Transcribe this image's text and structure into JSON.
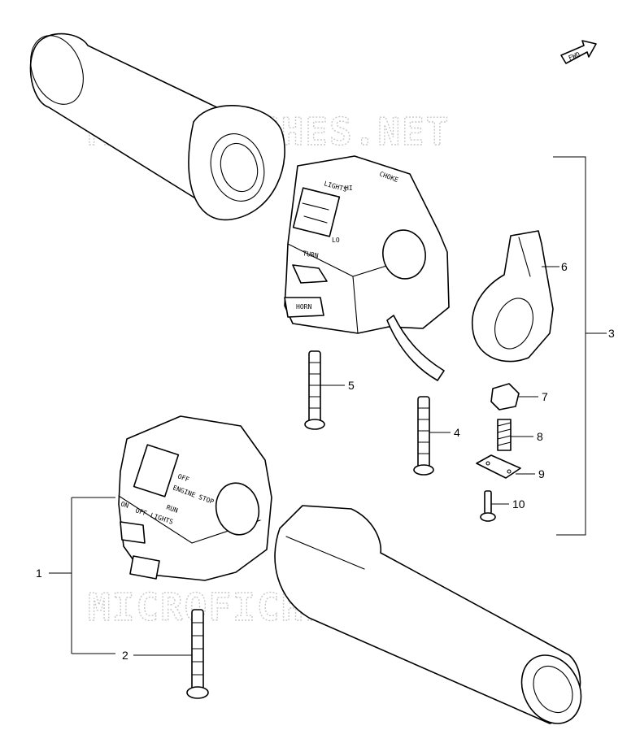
{
  "watermark": {
    "top": "MICROFICHES.NET",
    "bottom": "MICROFICHES.NET"
  },
  "direction_badge": "FWD",
  "switch_labels": {
    "lights": "LIGHTS",
    "choke": "CHOKE",
    "hi": "HI",
    "lo": "LO",
    "turn": "TURN",
    "horn": "HORN",
    "off": "OFF",
    "engine_stop": "ENGINE STOP",
    "run": "RUN",
    "on": "ON",
    "off_lights": "OFF LIGHTS"
  },
  "callouts": [
    "1",
    "2",
    "3",
    "4",
    "5",
    "6",
    "7",
    "8",
    "9",
    "10"
  ]
}
